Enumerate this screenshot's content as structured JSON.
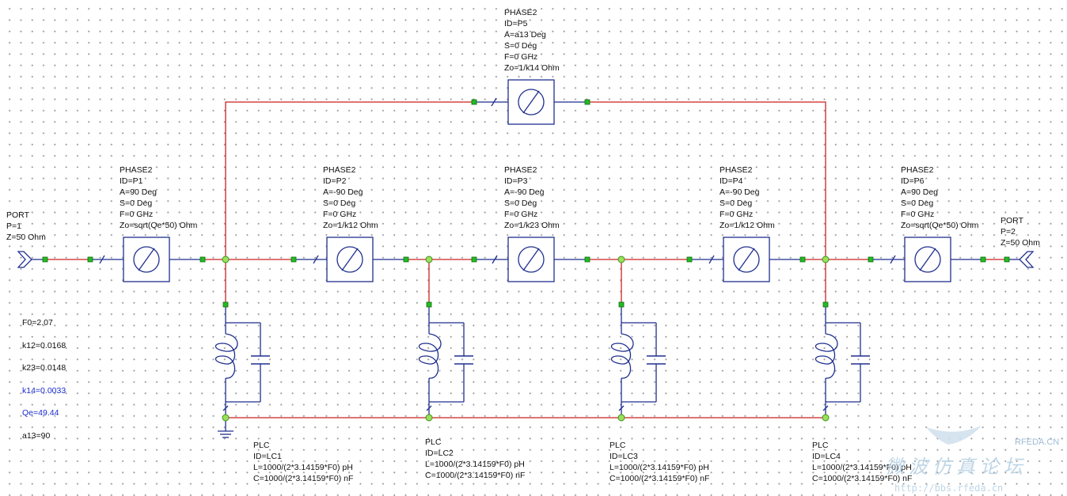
{
  "colors": {
    "wire_red": "#cc2222",
    "wire_blue": "#1f2f8f",
    "port_green": "#1aa81a",
    "node_fill": "#9be05a",
    "equation_selected": "#1a2ad0"
  },
  "components": {
    "P5": [
      "PHASE2",
      "ID=P5",
      "A=a13 Deg",
      "S=0 Deg",
      "F=0 GHz",
      "Zo=1/k14 Ohm"
    ],
    "P1": [
      "PHASE2",
      "ID=P1",
      "A=90 Deg",
      "S=0 Deg",
      "F=0 GHz",
      "Zo=sqrt(Qe*50) Ohm"
    ],
    "P2": [
      "PHASE2",
      "ID=P2",
      "A=-90 Deg",
      "S=0 Deg",
      "F=0 GHz",
      "Zo=1/k12 Ohm"
    ],
    "P3": [
      "PHASE2",
      "ID=P3",
      "A=-90 Deg",
      "S=0 Deg",
      "F=0 GHz",
      "Zo=1/k23 Ohm"
    ],
    "P4": [
      "PHASE2",
      "ID=P4",
      "A=-90 Deg",
      "S=0 Deg",
      "F=0 GHz",
      "Zo=1/k12 Ohm"
    ],
    "P6": [
      "PHASE2",
      "ID=P6",
      "A=90 Deg",
      "S=0 Deg",
      "F=0 GHz",
      "Zo=sqrt(Qe*50) Ohm"
    ],
    "PORT1": [
      "PORT",
      "P=1",
      "Z=50 Ohm"
    ],
    "PORT2": [
      "PORT",
      "P=2",
      "Z=50 Ohm"
    ],
    "LC1": [
      "PLC",
      "ID=LC1",
      "L=1000/(2*3.14159*F0) pH",
      "C=1000/(2*3.14159*F0) nF"
    ],
    "LC2": [
      "PLC",
      "ID=LC2",
      "L=1000/(2*3.14159*F0) pH",
      "C=1000/(2*3.14159*F0) nF"
    ],
    "LC3": [
      "PLC",
      "ID=LC3",
      "L=1000/(2*3.14159*F0) pH",
      "C=1000/(2*3.14159*F0) nF"
    ],
    "LC4": [
      "PLC",
      "ID=LC4",
      "L=1000/(2*3.14159*F0) pH",
      "C=1000/(2*3.14159*F0) nF"
    ]
  },
  "equations": [
    "F0=2.07",
    "k12=0.0168",
    "k23=0.0148",
    "k14=0.0033",
    "Qe=49.44",
    "a13=90"
  ],
  "watermark": {
    "brand": "RFEDA.CN",
    "text": "微波仿真论坛",
    "url": "http://bbs.rfeda.cn"
  }
}
